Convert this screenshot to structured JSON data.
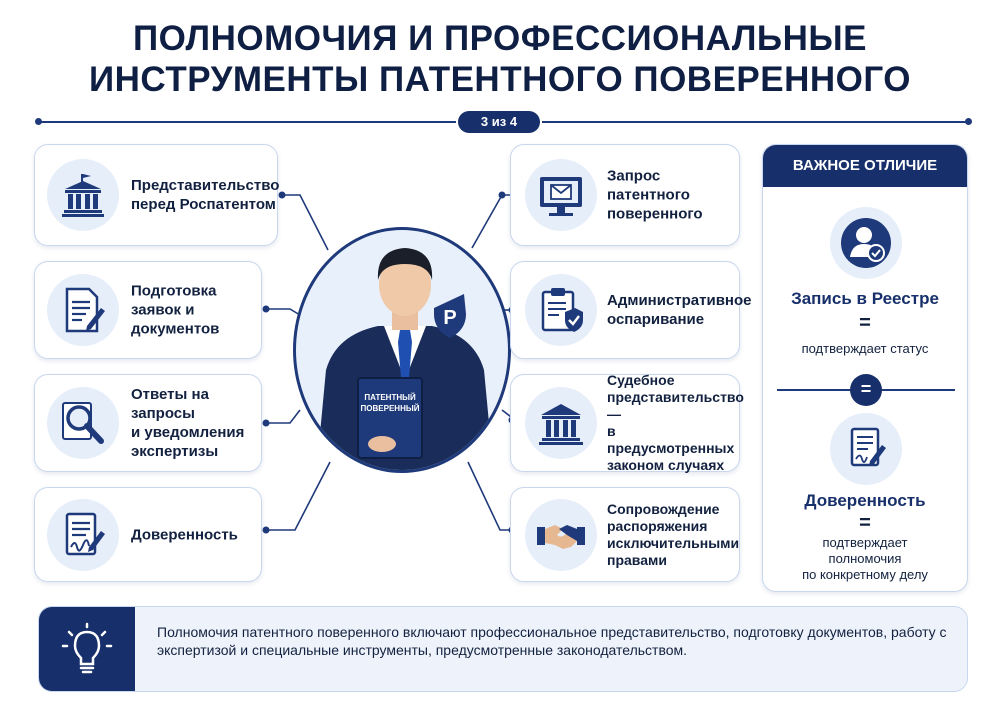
{
  "header": {
    "title_line1": "ПОЛНОМОЧИЯ И ПРОФЕССИОНАЛЬНЫЕ",
    "title_line2": "ИНСТРУМЕНТЫ ПАТЕНТНОГО ПОВЕРЕННОГО",
    "pager": "3 из 4"
  },
  "left_cards": [
    {
      "label": "Представительство\nперед Роспатентом",
      "icon": "government-building-icon"
    },
    {
      "label": "Подготовка\nзаявок и\nдокументов",
      "icon": "document-pencil-icon"
    },
    {
      "label": "Ответы на запросы\nи уведомления\nэкспертизы",
      "icon": "magnifier-icon"
    },
    {
      "label": "Доверенность",
      "icon": "signed-document-icon"
    }
  ],
  "right_cards": [
    {
      "label": "Запрос\nпатентного\nповеренного",
      "icon": "monitor-mail-icon"
    },
    {
      "label": "Административное\nоспаривание",
      "icon": "clipboard-shield-icon"
    },
    {
      "label": "Судебное\nпредставительство —\nв предусмотренных\nзаконом случаях",
      "icon": "courthouse-icon"
    },
    {
      "label": "Сопровождение\nраспоряжения\nисключительными\nправами",
      "icon": "handshake-icon"
    }
  ],
  "center": {
    "book_line1": "ПАТЕНТНЫЙ",
    "book_line2": "ПОВЕРЕННЫЙ",
    "badge_letter": "P"
  },
  "sidebar": {
    "heading": "ВАЖНОЕ ОТЛИЧИЕ",
    "item1_title": "Запись в Реестре",
    "item1_eq": "=",
    "item1_desc": "подтверждает статус",
    "middle_symbol": "=",
    "item2_title": "Доверенность",
    "item2_eq": "=",
    "item2_desc": "подтверждает\nполномочия\nпо конкретному делу"
  },
  "footer": {
    "text": "Полномочия патентного поверенного включают профессиональное представительство, подготовку документов, работу с экспертизой и специальные инструменты, предусмотренные законодательством.",
    "icon": "lightbulb-icon"
  },
  "colors": {
    "navy": "#17306b",
    "light_blue": "#e6eefa",
    "border": "#c9d7ee"
  }
}
